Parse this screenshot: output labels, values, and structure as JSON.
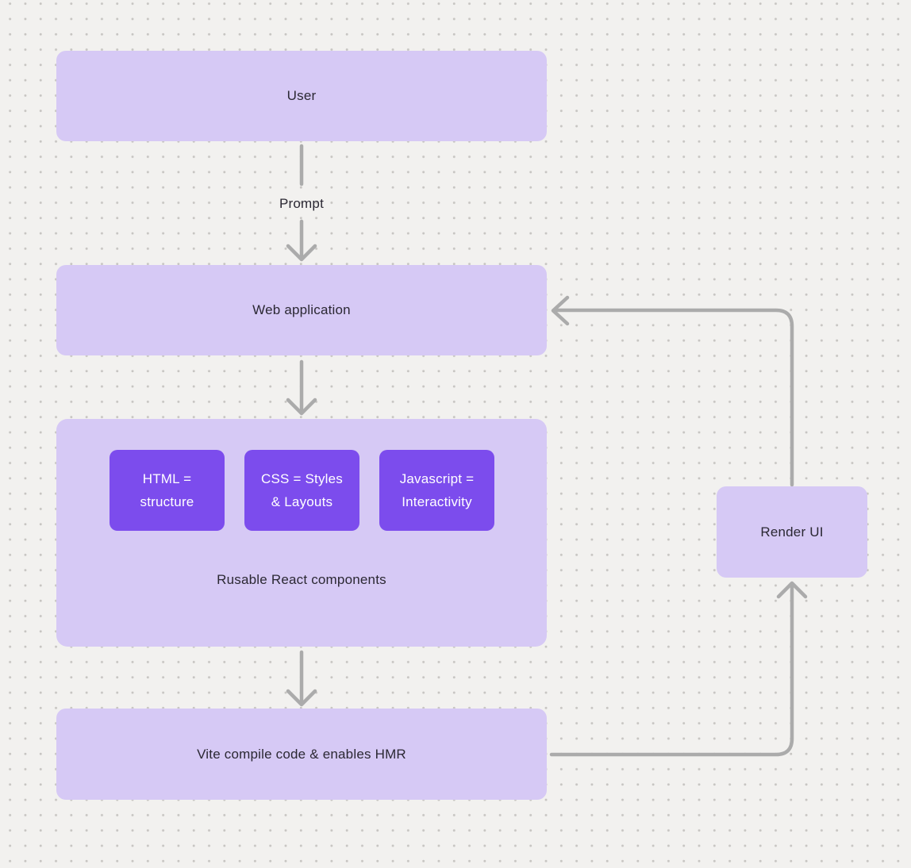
{
  "colors": {
    "canvas_background": "#f2f1ef",
    "dot_grid": "#c7c5c2",
    "node_fill": "#d6c9f5",
    "component_fill": "#7c4ced",
    "connector": "#ababab",
    "text_dark": "#2b2833",
    "text_light": "#ffffff"
  },
  "nodes": {
    "user_label": "User",
    "web_application_label": "Web application",
    "components_caption": "Rusable React components",
    "vite_label": "Vite compile code & enables HMR",
    "render_ui_label": "Render UI"
  },
  "components": [
    {
      "line1": "HTML =",
      "line2": "structure"
    },
    {
      "line1": "CSS = Styles",
      "line2": "& Layouts"
    },
    {
      "line1": "Javascript =",
      "line2": "Interactivity"
    }
  ],
  "edges": {
    "prompt_label": "Prompt"
  }
}
